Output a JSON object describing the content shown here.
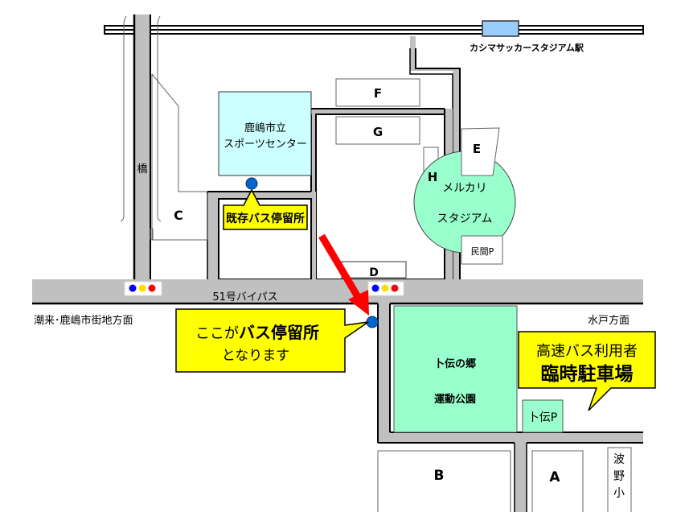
{
  "station": {
    "label": "カシマサッカースタジアム駅"
  },
  "bridge": {
    "label": "橋"
  },
  "sports_center": {
    "line1": "鹿嶋市立",
    "line2": "スポーツセンター"
  },
  "existing_stop": {
    "label": "既存バス停留所"
  },
  "stadium": {
    "line1": "メルカリ",
    "line2": "スタジアム"
  },
  "lots": {
    "A": "A",
    "B": "B",
    "C": "C",
    "D": "D",
    "E": "E",
    "F": "F",
    "G": "G",
    "H": "H",
    "private": "民間P",
    "bokuden": "卜伝P"
  },
  "road": {
    "bypass": "51号バイパス"
  },
  "directions": {
    "west": "潮来･鹿嶋市街地方面",
    "east": "水戸方面"
  },
  "new_stop_callout": {
    "pre": "ここが",
    "bold": "バス停留所",
    "line2": "となります"
  },
  "park": {
    "line1": "卜伝の郷",
    "line2": "運動公園"
  },
  "parking_callout": {
    "line1": "高速バス利用者",
    "line2": "臨時駐車場"
  },
  "school": {
    "c1": "波",
    "c2": "野",
    "c3": "小"
  },
  "colors": {
    "road": "#c0c0c0",
    "yellow": "#ffff00",
    "green": "#99ffcc",
    "sports": "#ccffff",
    "station": "#99ccff",
    "arrow": "#ff0000",
    "stop": "#0066cc"
  }
}
